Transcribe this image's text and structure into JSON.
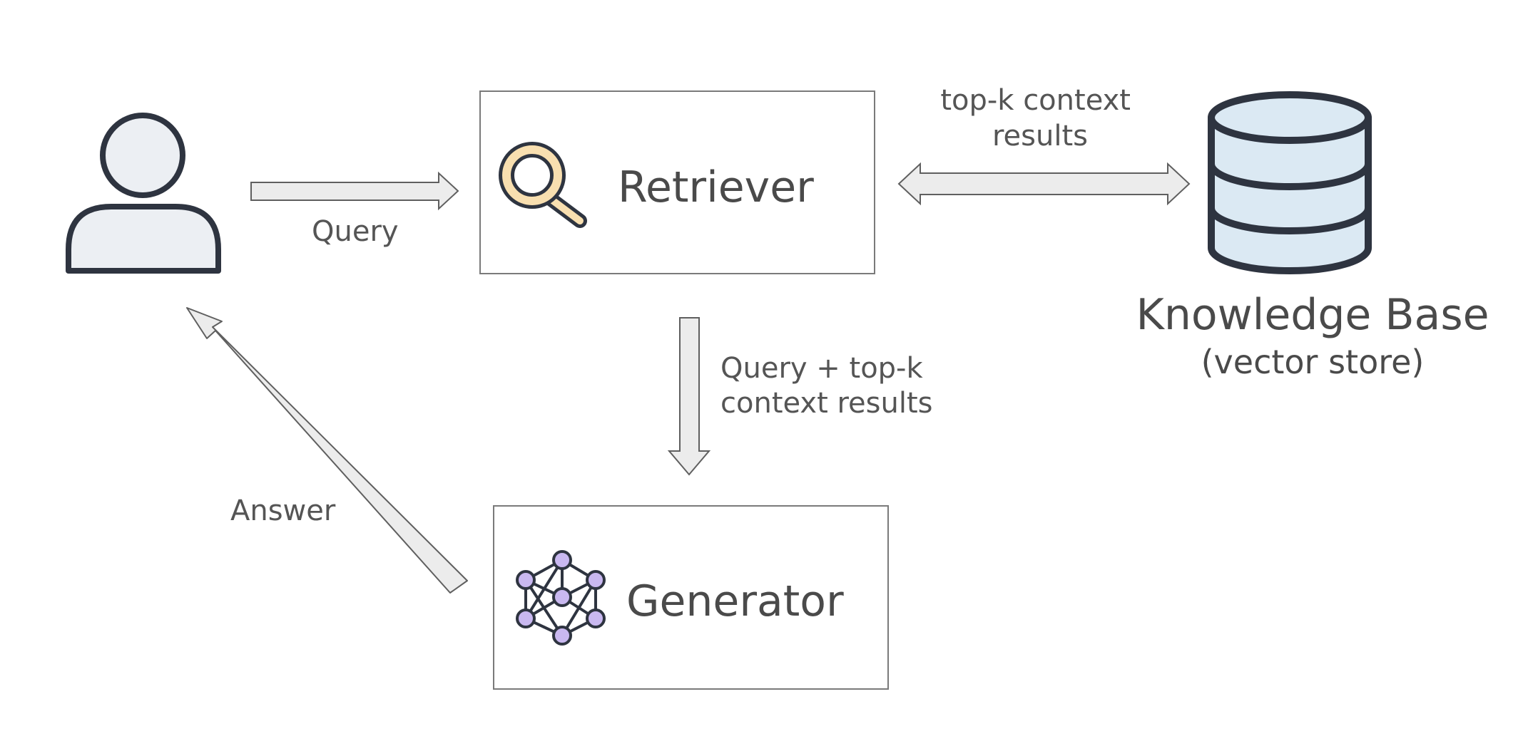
{
  "nodes": {
    "user": {
      "icon": "user-icon"
    },
    "retriever": {
      "label": "Retriever",
      "icon": "magnifier-icon"
    },
    "generator": {
      "label": "Generator",
      "icon": "neural-network-icon"
    },
    "knowledge_base": {
      "title": "Knowledge Base",
      "subtitle": "(vector store)",
      "icon": "database-icon"
    }
  },
  "edges": {
    "query": {
      "lines": [
        "Query"
      ]
    },
    "context": {
      "lines": [
        "top-k context",
        "results"
      ]
    },
    "retriever_to_generator": {
      "lines": [
        "Query + top-k",
        "context results"
      ]
    },
    "answer": {
      "lines": [
        "Answer"
      ]
    }
  },
  "colors": {
    "box_stroke": "#7a7a7a",
    "arrow_fill": "#ececec",
    "arrow_stroke": "#5f5f5f",
    "icon_stroke": "#2e3440",
    "user_fill": "#eceff3",
    "db_fill": "#dbe9f3",
    "magnifier_ring": "#f8dfb0",
    "node_fill": "#c9b8f0"
  }
}
